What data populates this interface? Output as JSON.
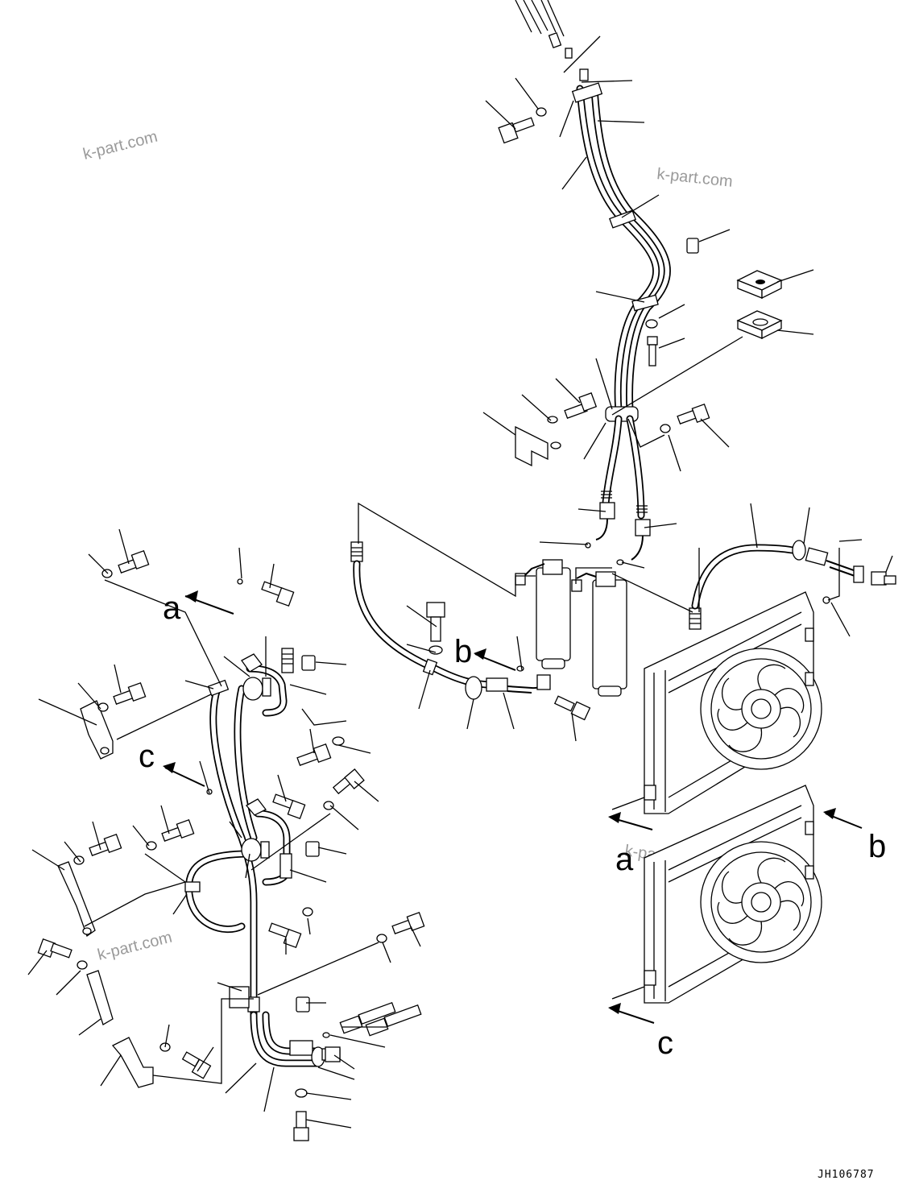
{
  "diagram": {
    "drawing_code": "JH106787",
    "watermarks": [
      "k-part.com",
      "k-part.com",
      "k-part.com",
      "k-part.com"
    ],
    "reference_letters": {
      "a_top": "a",
      "b_mid": "b",
      "c_left": "c",
      "a_right": "a",
      "b_right": "b",
      "c_right": "c"
    }
  }
}
